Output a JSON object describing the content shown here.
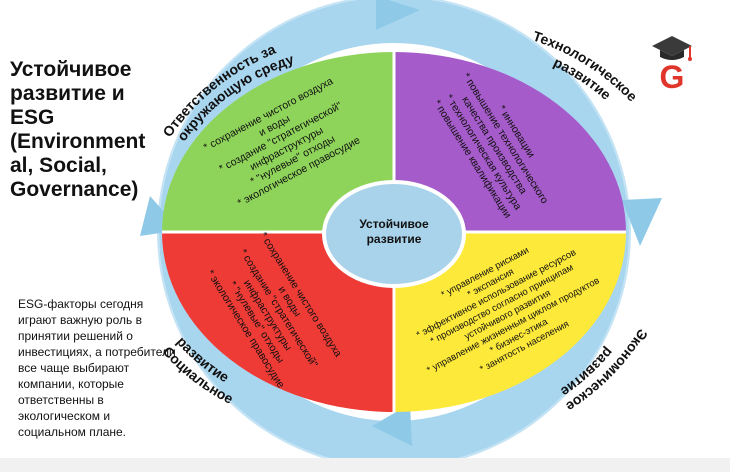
{
  "title": "Устойчивое развитие и ESG (Environment al, Social, Governance)",
  "description": "ESG-факторы сегодня играют важную роль в принятии решений о инвестициях, а потребители все чаще выбирают компании, которые ответственны в экологическом и социальном плане.",
  "logo_letter": "G",
  "center_label": [
    "Устойчивое",
    "развитие"
  ],
  "ring_labels": {
    "environment": [
      "Ответственность за",
      "окружающую среду"
    ],
    "technology": [
      "Технологическое",
      "развитие"
    ],
    "economy": [
      "Экономическое",
      "развитие"
    ],
    "social": [
      "Социальное",
      "развитие"
    ]
  },
  "quadrants": {
    "green": {
      "color": "#8fd45a",
      "items": [
        "* сохранение чистого воздуха",
        "и воды",
        "* создание \"стратегической\"",
        "инфраструктуры",
        "* \"нулевые\" отходы",
        "* экологическое правосудие"
      ]
    },
    "purple": {
      "color": "#a55bc9",
      "items": [
        "* инновации",
        "* повышение технологического",
        "качества производства",
        "* технологическая культура",
        "* повышение квалификации"
      ]
    },
    "red": {
      "color": "#ef3b36",
      "items": [
        "* сохранение чистого воздуха",
        "и воды",
        "* создание \"стратегической\"",
        "инфраструктуры",
        "* \"нулевые\" отходы",
        "* экологическое правосудие"
      ]
    },
    "yellow": {
      "color": "#fde93a",
      "items": [
        "* управление рисками",
        "* экспансия",
        "* эффективное использование ресурсов",
        "* производство согласно принципам",
        "устойчивого развития",
        "* управление жизненным циклом продуктов",
        "* бизнес-этика",
        "* занятость населения"
      ]
    }
  },
  "colors": {
    "ring": "#a9d6ef",
    "arrow": "#8fc9e8",
    "center": "#a9d3ea",
    "logo_red": "#e0352b"
  }
}
